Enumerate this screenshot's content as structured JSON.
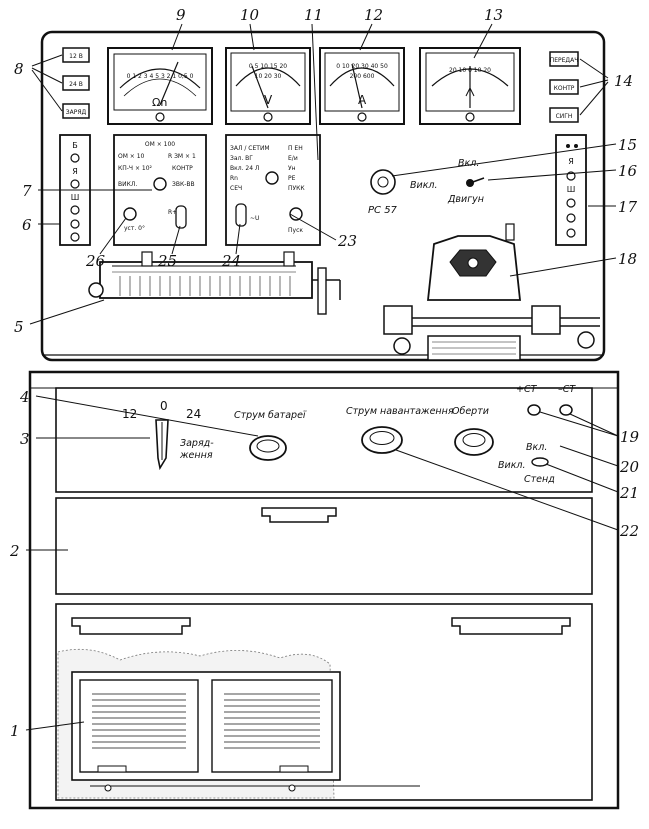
{
  "figure": {
    "callouts": [
      "1",
      "2",
      "3",
      "4",
      "5",
      "6",
      "7",
      "8",
      "9",
      "10",
      "11",
      "12",
      "13",
      "14",
      "15",
      "16",
      "17",
      "18",
      "19",
      "20",
      "21",
      "22",
      "23",
      "24",
      "25",
      "26"
    ]
  },
  "panel": {
    "left_switches": [
      "12 В",
      "24 В",
      "ЗАРЯД"
    ],
    "right_switches": [
      "ПЕРЕДАЧ",
      "КОНТР",
      "СИГН"
    ],
    "left_socket_letters": [
      "Б",
      "Я",
      "Ш"
    ],
    "right_socket_letters": [
      "Я",
      "Ш"
    ],
    "meter_ohm": {
      "scale": "0 1 2 3 4 5 3 2 1 0,5 0",
      "unit": "Ωn"
    },
    "meter_volt": {
      "scale_top": "0 5 10 15 20",
      "scale_bottom": "10 20 30",
      "unit": "V"
    },
    "meter_amp": {
      "scale_top": "0 10 20 30 40 50",
      "scale_bottom": "200 600",
      "unit": "A"
    },
    "meter_center": {
      "scale": "20 10 0 10 20"
    },
    "ohm_box": {
      "title": "ОМ × 100",
      "left_top": "ОМ × 10",
      "right_top": "R ЗМ × 1",
      "left_mid": "КП-Ч × 10²",
      "right_mid": "КОНТР",
      "left_low": "ВИКЛ.",
      "right_low": "ЗВК-ВВ",
      "knob_label": "уст. 0°"
    },
    "switch_box": {
      "left_1": "ЗАЛ / СЕТИМ",
      "left_2": "Зал. ВГ",
      "left_3": "Вкл. 24 Л",
      "left_4": "Rn",
      "left_5": "СЕЧ",
      "right_1": "П ЕН",
      "right_2": "Е/и",
      "right_3": "Ун",
      "right_4": "РЕ",
      "right_5": "ПУКК",
      "knob_label": "Пуск"
    },
    "small_toggle_24": "~U",
    "small_toggle_25": "R+",
    "pc_label": "РС 57",
    "motor_on": "Вкл.",
    "motor_off": "Викл.",
    "motor_label": "Двигун"
  },
  "cabinet": {
    "voltage_left": "12",
    "voltage_mid": "0",
    "voltage_right": "24",
    "charge_label": "Заряд-\nження",
    "battery_current": "Струм батареї",
    "load_current": "Струм навантаження",
    "rpm_label": "Оберти",
    "plus_st": "+СТ",
    "minus_st": "–СТ",
    "stand_on": "Вкл.",
    "stand_off": "Викл.",
    "stand_label": "Стенд"
  }
}
